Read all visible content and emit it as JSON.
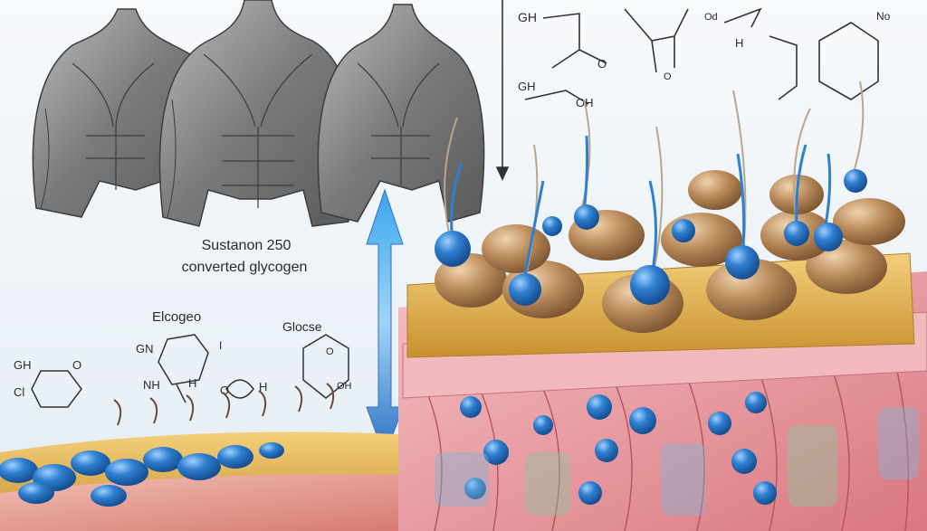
{
  "labels": {
    "main_line1": "Sustanon 250",
    "main_line2": "converted glycogen",
    "elcogeo": "Elcogeo",
    "glocse": "Glocse"
  },
  "chem": {
    "top_gh": "GH",
    "top_od": "Od",
    "top_o_right": "O",
    "top_no": "No",
    "top_h": "H",
    "top_o_center": "O",
    "mid_gh": "GH",
    "mid_oh": "OH",
    "left_gh": "GH",
    "left_cl": "Cl",
    "left_o": "O",
    "elc_gn": "GN",
    "elc_i": "I",
    "elc_nh": "NH",
    "elc_ho": "H",
    "glocse_o": "O",
    "glocse_oh": "OH",
    "ho_right": "H",
    "oo_o": "O"
  },
  "colors": {
    "muscle_gray": "#8d8d8d",
    "blue_granule": "#2f7fd0",
    "tan_sphere": "#b98a5a",
    "fat_yellow": "#e3b55a",
    "tissue_pink": "#e9a0a6",
    "arrow_blue": "#2e86d6"
  }
}
